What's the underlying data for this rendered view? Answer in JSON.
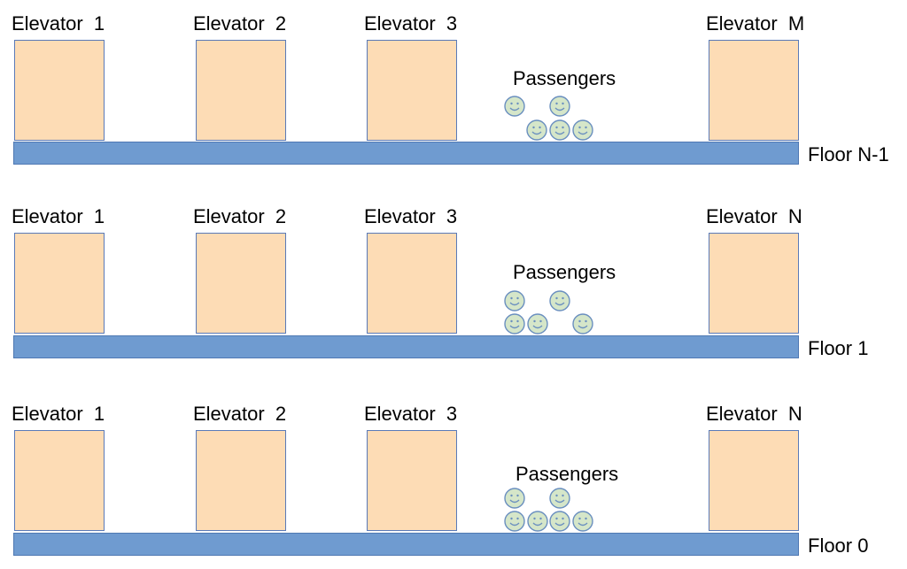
{
  "colors": {
    "elevator_fill": "#fddcb5",
    "elevator_border": "#5a7ab8",
    "floor_fill": "#6f9bd0",
    "passenger_fill": "#d5e6c9",
    "passenger_stroke": "#6a8fbf"
  },
  "floors": [
    {
      "label": "Floor N-1",
      "elevators": [
        "Elevator  1",
        "Elevator  2",
        "Elevator  3",
        "Elevator  M"
      ],
      "passengers_label": "Passengers",
      "passenger_count": 5,
      "passenger_icon": "smiley-face-icon"
    },
    {
      "label": "Floor 1",
      "elevators": [
        "Elevator  1",
        "Elevator  2",
        "Elevator  3",
        "Elevator  N"
      ],
      "passengers_label": "Passengers",
      "passenger_count": 5,
      "passenger_icon": "smiley-face-icon"
    },
    {
      "label": "Floor 0",
      "elevators": [
        "Elevator  1",
        "Elevator  2",
        "Elevator  3",
        "Elevator  N"
      ],
      "passengers_label": "Passengers",
      "passenger_count": 6,
      "passenger_icon": "smiley-face-icon"
    }
  ]
}
